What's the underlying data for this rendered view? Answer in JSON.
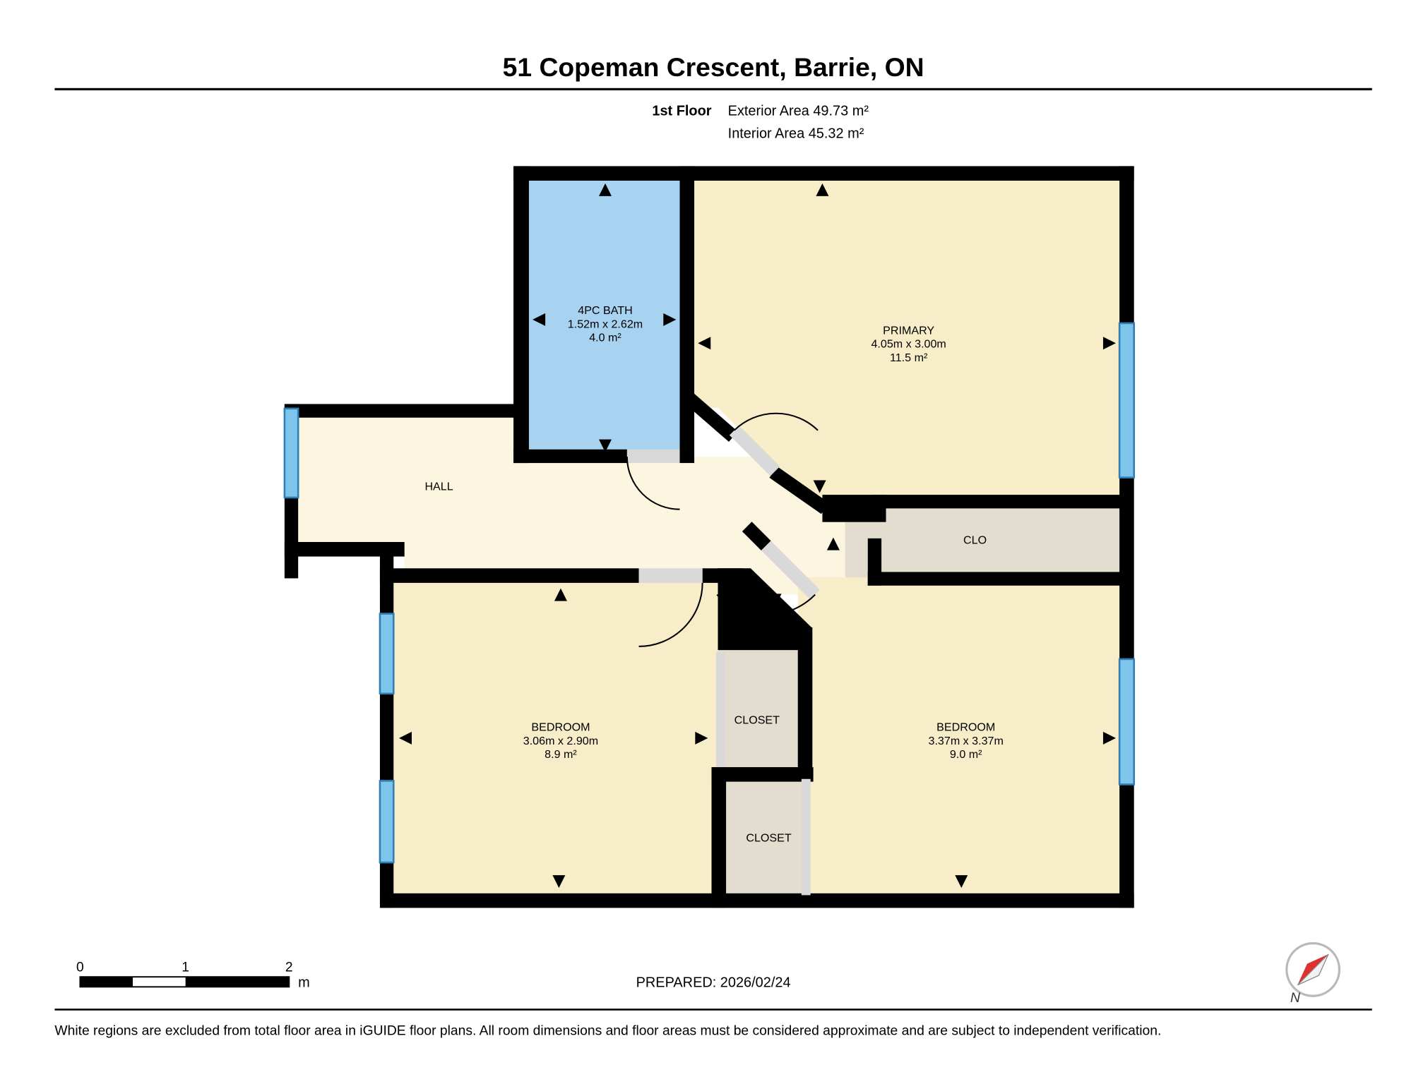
{
  "header": {
    "title": "51 Copeman Crescent, Barrie, ON",
    "floor_label": "1st Floor",
    "exterior_area": "Exterior Area 49.73 m²",
    "interior_area": "Interior Area 45.32 m²"
  },
  "rooms": {
    "bath": {
      "name": "4PC BATH",
      "dims": "1.52m x 2.62m",
      "area": "4.0 m²"
    },
    "primary": {
      "name": "PRIMARY",
      "dims": "4.05m x 3.00m",
      "area": "11.5 m²"
    },
    "hall": {
      "name": "HALL"
    },
    "clo": {
      "name": "CLO"
    },
    "bedroom_left": {
      "name": "BEDROOM",
      "dims": "3.06m x 2.90m",
      "area": "8.9 m²"
    },
    "closet_upper": {
      "name": "CLOSET"
    },
    "closet_lower": {
      "name": "CLOSET"
    },
    "bedroom_right": {
      "name": "BEDROOM",
      "dims": "3.37m x 3.37m",
      "area": "9.0 m²"
    }
  },
  "scale_bar": {
    "ticks": [
      "0",
      "1",
      "2"
    ],
    "unit": "m"
  },
  "footer": {
    "prepared": "PREPARED: 2026/02/24",
    "compass_label": "N",
    "disclaimer": "White regions are excluded from total floor area in iGUIDE floor plans. All room dimensions and floor areas must be considered approximate and are subject to independent verification."
  },
  "colors": {
    "wall": "#000000",
    "room_fill": "#F8EDC9",
    "hall_fill": "#FCF6E0",
    "closet_fill": "#E3DDD0",
    "bath_fill": "#A8D3F0",
    "window_fill": "#7EC5EC",
    "window_frame": "#2F7FB5",
    "door_fill": "#D9D9D9"
  }
}
